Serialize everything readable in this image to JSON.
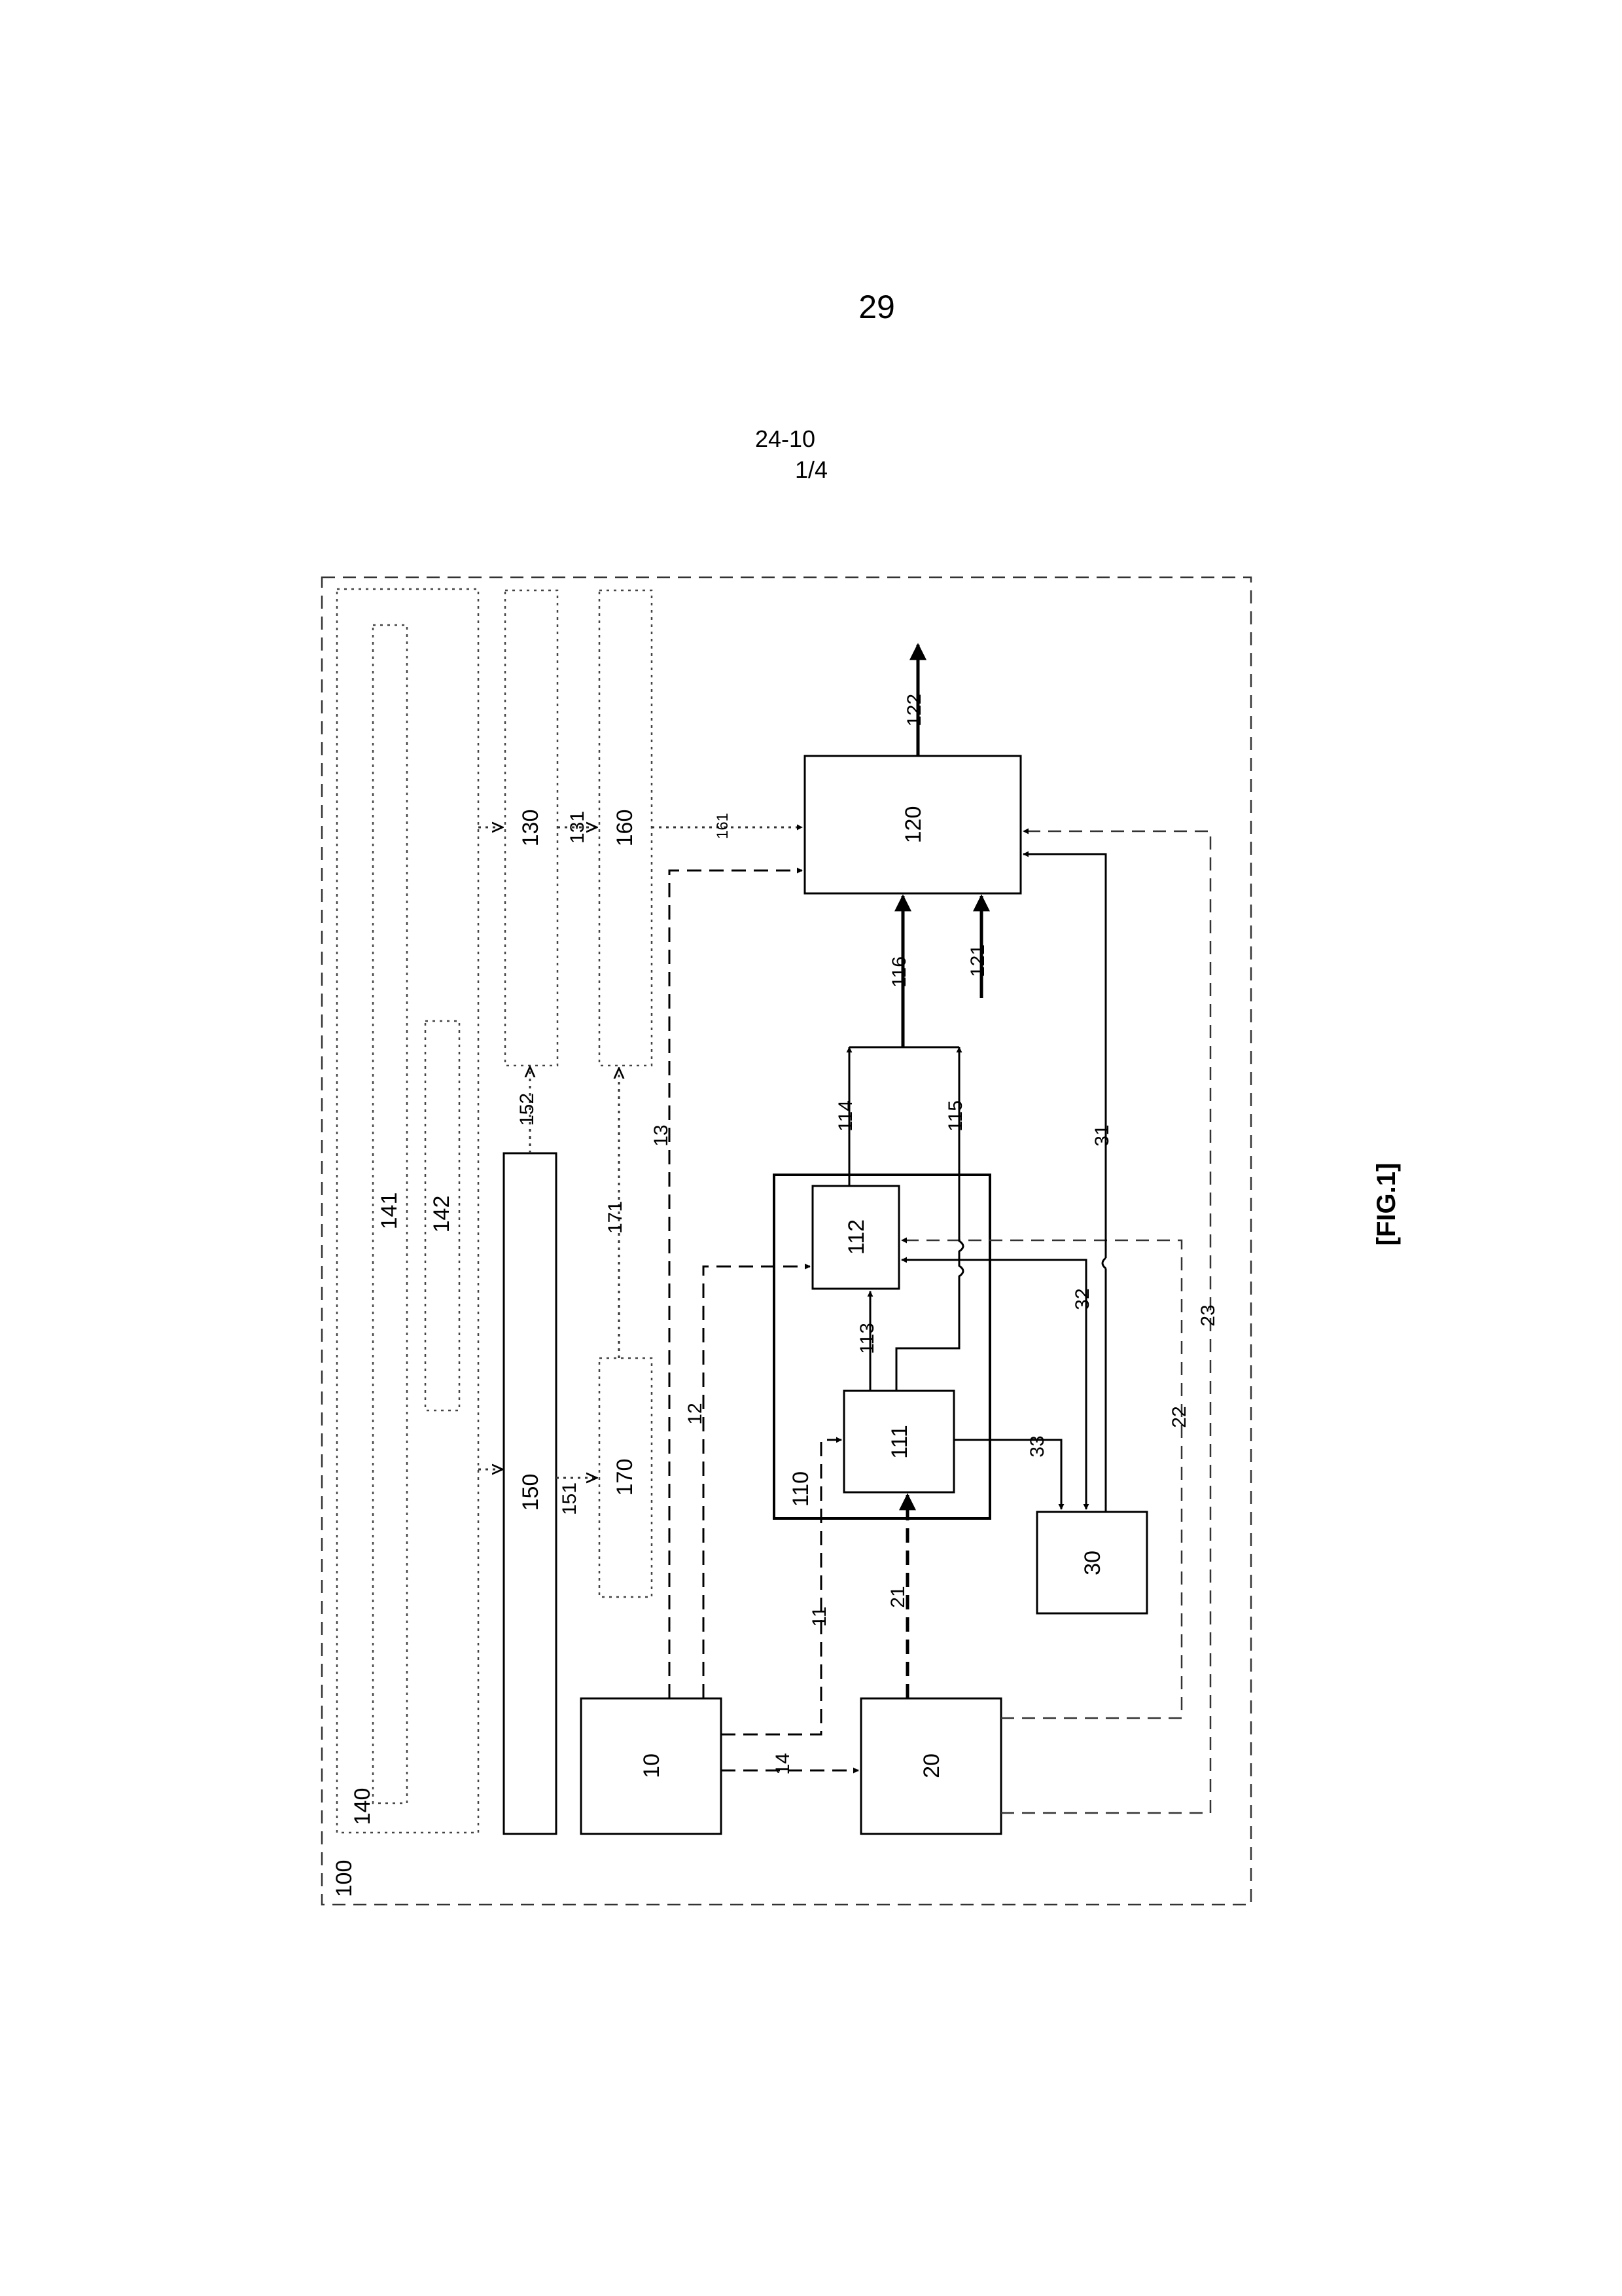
{
  "header": {
    "page_number": "29",
    "doc_code": "24-10",
    "sheet": "1/4"
  },
  "figure_label": "[FIG.1]",
  "blocks": {
    "b100": "100",
    "b140": "140",
    "b141": "141",
    "b142": "142",
    "b130": "130",
    "b160": "160",
    "b150": "150",
    "b170": "170",
    "b10": "10",
    "b20": "20",
    "b30": "30",
    "b110": "110",
    "b111": "111",
    "b112": "112",
    "b120": "120"
  },
  "signals": {
    "s11": "11",
    "s12": "12",
    "s13": "13",
    "s14": "14",
    "s21": "21",
    "s22": "22",
    "s23": "23",
    "s31": "31",
    "s32": "32",
    "s33": "33",
    "s113": "113",
    "s114": "114",
    "s115": "115",
    "s116": "116",
    "s121": "121",
    "s122": "122",
    "s131": "131",
    "s151": "151",
    "s152": "152",
    "s161": "161",
    "s171": "171"
  }
}
